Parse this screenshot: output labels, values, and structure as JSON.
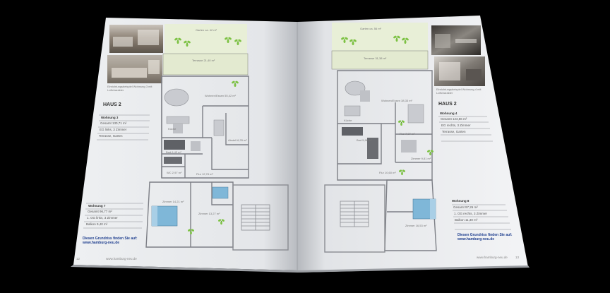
{
  "scene": "open brochure with apartment floor plans on black background",
  "left_page": {
    "photo_caption": "Einrichtungsbeispiel Wohnung 3 mit Loftcharakter",
    "haus_title": "HAUS 2",
    "unit_top": {
      "title": "Wohnung 3",
      "rows": [
        "Gesamt 130,71 m²",
        "EG links, 3 Zimmer",
        "Terrasse, Garten"
      ]
    },
    "unit_bottom": {
      "title": "Wohnung 7",
      "rows": [
        "Gesamt 96,77 m²",
        "1. OG links, 3 Zimmer",
        "Balkon 9,40 m²"
      ]
    },
    "link_text": "Diesen Grundriss finden Sie auf: www.hamburg-neu.de",
    "page_number": "12",
    "footer_url": "www.hamburg-neu.de",
    "room_labels": [
      "Garten ca. 42 m²",
      "Terrasse 21,40 m²",
      "Wohnen/Essen 55,42 m²",
      "Abstell 6,33 m²",
      "Bad 6,43 m²",
      "WC 2,97 m²",
      "Flur 12,78 m²",
      "Zimmer 14,21 m²",
      "Zimmer 13,27 m²",
      "Küche"
    ]
  },
  "right_page": {
    "photo_caption": "Einrichtungsbeispiel Wohnung 4 mit Loftcharakter",
    "haus_title": "HAUS 2",
    "unit_top": {
      "title": "Wohnung 4",
      "rows": [
        "Gesamt 123,86 m²",
        "EG rechts, 3 Zimmer",
        "Terrasse, Garten"
      ]
    },
    "unit_bottom": {
      "title": "Wohnung 8",
      "rows": [
        "Gesamt 97,26 m²",
        "1. OG rechts, 3 Zimmer",
        "Balkon 11,30 m²"
      ]
    },
    "link_text": "Diesen Grundriss finden Sie auf: www.hamburg-neu.de",
    "page_number": "13",
    "footer_url": "www.hamburg-neu.de",
    "room_labels": [
      "Garten ca. 56 m²",
      "Terrasse 31,38 m²",
      "Wohnen/Essen 38,33 m²",
      "Flur 7,07 m²",
      "Bad 5,98 m²",
      "Zimmer 9,81 m²",
      "Flur 10,60 m²",
      "Zimmer 16,53 m²",
      "Küche"
    ]
  },
  "colors": {
    "background": "#000000",
    "paper": "#f2f3f5",
    "lawn": "#e8efd7",
    "plan_lines": "#7d7f86",
    "plant": "#7cc242",
    "bed_blue": "#7fb7d8",
    "link_blue": "#1f3f8f"
  }
}
